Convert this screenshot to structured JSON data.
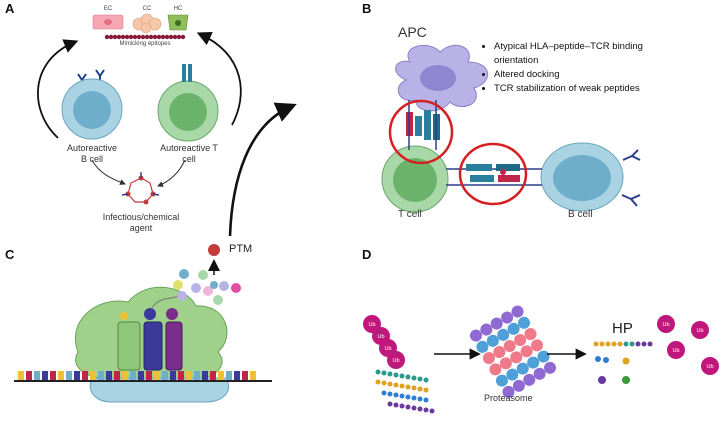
{
  "panels": {
    "a": {
      "letter": "A",
      "cell_labels": [
        "EC",
        "CC",
        "HC"
      ],
      "mimicking": "Mimicking epitopes",
      "b_cell": [
        "Autoreactive",
        "B cell"
      ],
      "t_cell": [
        "Autoreactive T",
        "cell"
      ],
      "agent": [
        "Infectious/chemical",
        "agent"
      ]
    },
    "b": {
      "letter": "B",
      "apc": "APC",
      "bullets": [
        "Atypical HLA–peptide–TCR binding",
        "orientation",
        "Altered docking",
        "TCR stabilization of weak peptides"
      ],
      "t_cell": "T cell",
      "b_cell": "B cell"
    },
    "c": {
      "letter": "C",
      "ptm": "PTM"
    },
    "d": {
      "letter": "D",
      "ub": "Ub",
      "proteasome": "Proteasome",
      "hp": "HP"
    }
  },
  "colors": {
    "ring": "#d42020",
    "b_cell_fill": "#a9d3e3",
    "t_cell_fill": "#a8d8a8",
    "apc_fill": "#b9b2e6",
    "ub_fill": "#c0177c"
  }
}
